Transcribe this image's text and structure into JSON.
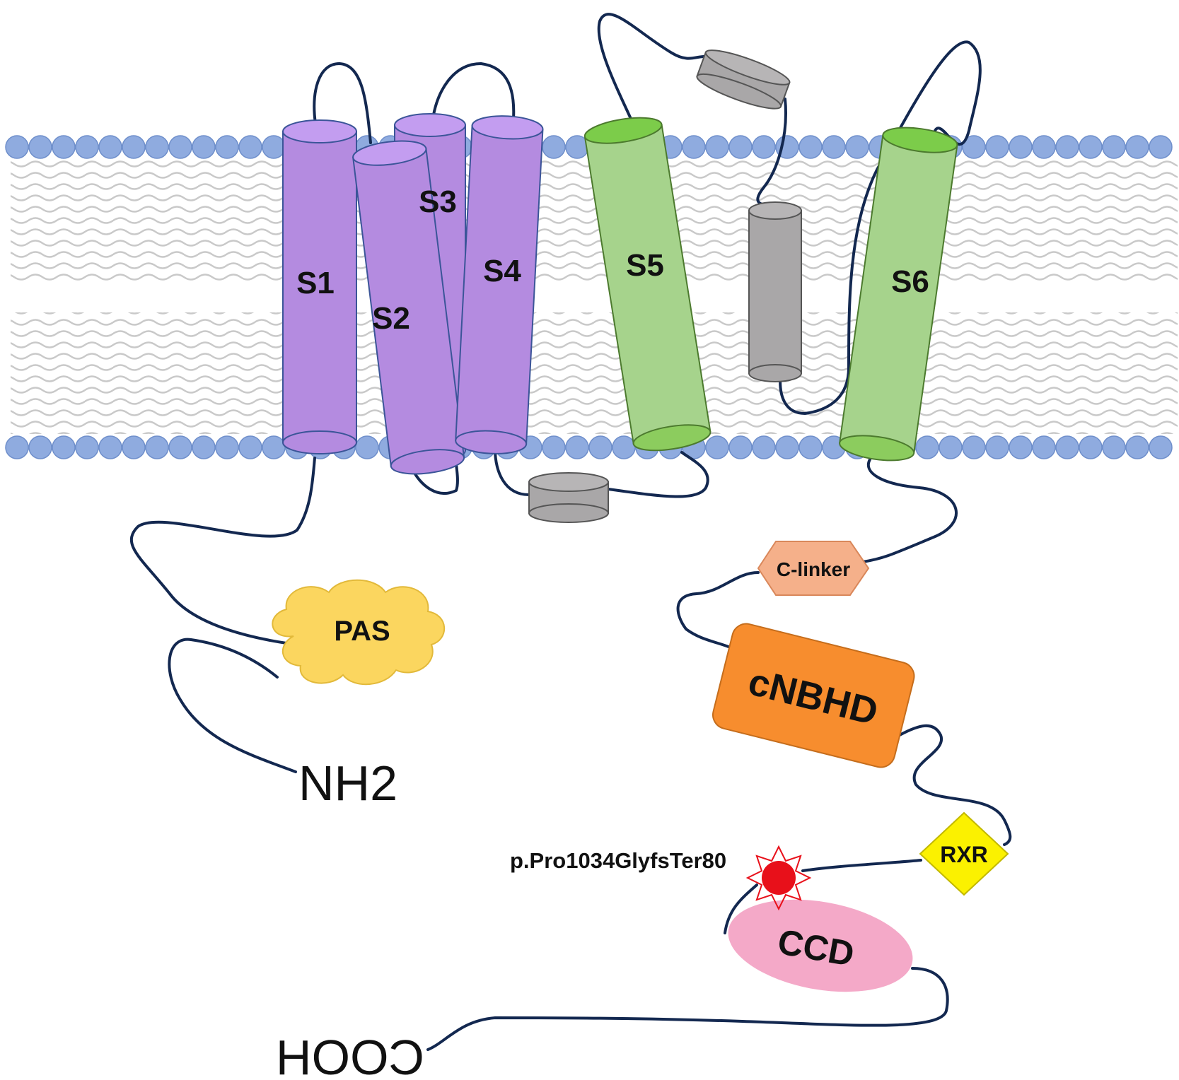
{
  "helices": {
    "s1": "S1",
    "s2": "S2",
    "s3": "S3",
    "s4": "S4",
    "s5": "S5",
    "s6": "S6"
  },
  "domains": {
    "pas": "PAS",
    "c_linker": "C-linker",
    "cnbhd": "cNBHD",
    "rxr": "RXR",
    "ccd": "CCD"
  },
  "termini": {
    "n_terminus": "NH2",
    "c_terminus": "COOH"
  },
  "mutation": {
    "label": "p.Pro1034GlyfsTer80"
  },
  "colors": {
    "voltage_sensor_helices": "#b48be0",
    "pore_helices": "#a6d38c",
    "pore_helix_caps": "#7ccc4a",
    "small_helices": "#a9a7a8",
    "lipid_heads": "#8fabdf",
    "lipid_tails": "#c9c9c9",
    "backbone_line": "#132850",
    "pas": "#fbd65f",
    "c_linker": "#f5b08a",
    "cnbhd": "#f78d2e",
    "rxr": "#fbf100",
    "ccd": "#f4a9c8",
    "mutation_star": "#e8101a"
  }
}
